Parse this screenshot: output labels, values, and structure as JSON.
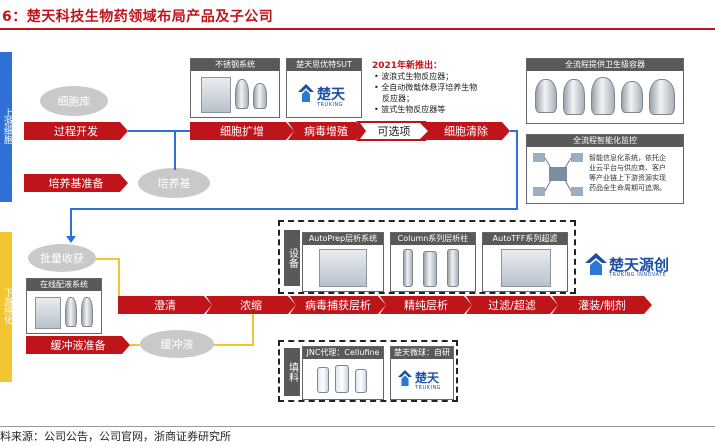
{
  "title": "6：楚天科技生物药领域布局产品及子公司",
  "stages": {
    "upstream_label": "上游细胞",
    "downstream_label": "下游纯化"
  },
  "upstream": {
    "cell_bank": "细胞库",
    "process_dev": "过程开发",
    "media_prep": "培养基准备",
    "media": "培养基",
    "steps": [
      "细胞扩增",
      "病毒增殖",
      "可选项",
      "细胞清除"
    ]
  },
  "cards": {
    "stainless": "不锈钢系统",
    "sut": "楚天思优特SUT",
    "containers": "全流程提供卫生级容器",
    "monitoring": "全流程智能化监控",
    "monitoring_desc": [
      "智能信息化系统，依托企",
      "业云平台与供应商、客户",
      "等产业链上下游资源实现",
      "药品全生命周期可追溯。"
    ]
  },
  "launch": {
    "title": "2021年新推出：",
    "items": [
      "波浪式生物反应器；",
      "全自动微载体悬浮培养生物",
      "反应器；",
      "篮式生物反应器等"
    ]
  },
  "downstream": {
    "bulk_harvest": "批量收获",
    "online_buffer": "在线配液系统",
    "buffer_prep": "缓冲液准备",
    "buffer": "缓冲液",
    "steps": [
      "澄清",
      "浓缩",
      "病毒捕获层析",
      "精纯层析",
      "过滤/超滤",
      "灌装/制剂"
    ]
  },
  "equipment": {
    "label": "设备",
    "items": [
      "AutoPrep层析系统",
      "Column系列层析柱",
      "AutoTFF系列超滤"
    ]
  },
  "filler": {
    "label": "填料",
    "jnc": "JNC代理：Cellufine",
    "chutian": "楚天微球：自研"
  },
  "logos": {
    "truking_cn": "楚天",
    "truking_en": "TRUKING",
    "yuanchuang_cn": "楚天源创",
    "yuanchuang_en": "TRUKING INNOVATE"
  },
  "source": "料来源：公司公告，公司官网，浙商证券研究所",
  "colors": {
    "accent_red": "#c0141b",
    "upstream_blue": "#2f6fd6",
    "downstream_yellow": "#f3c531",
    "card_header": "#595959",
    "ellipse_grey": "#c9c9c9"
  }
}
